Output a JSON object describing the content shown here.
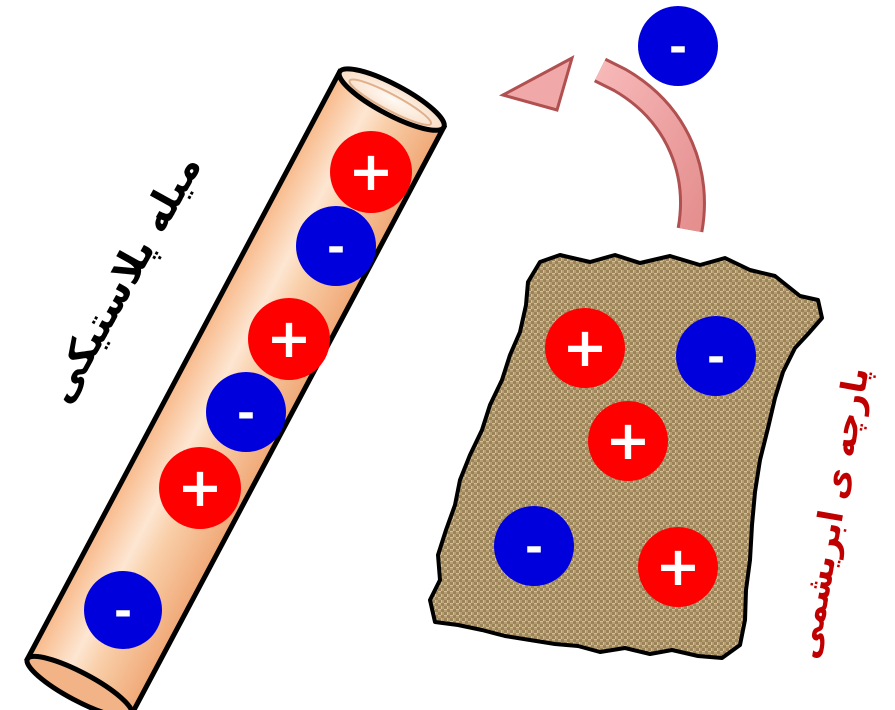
{
  "labels": {
    "rod": "میله پلاستیکی",
    "cloth": "پارچه ی ابریشمی"
  },
  "signs": {
    "positive": "+",
    "negative": "-"
  },
  "colors": {
    "positive_charge": "#ff0000",
    "negative_charge": "#0000dd",
    "rod_label": "#000000",
    "cloth_label": "#c00000",
    "arrow": "#f0a0a0",
    "rod_fill": "#f6c49a",
    "cloth_fill": "#b49a6e"
  },
  "rod": {
    "charges": [
      "negative",
      "positive",
      "negative",
      "positive",
      "negative",
      "positive"
    ]
  },
  "cloth": {
    "charges": [
      "positive",
      "negative",
      "positive",
      "negative",
      "positive"
    ]
  },
  "transfer": {
    "charge": "negative",
    "direction": "from cloth to rod"
  }
}
